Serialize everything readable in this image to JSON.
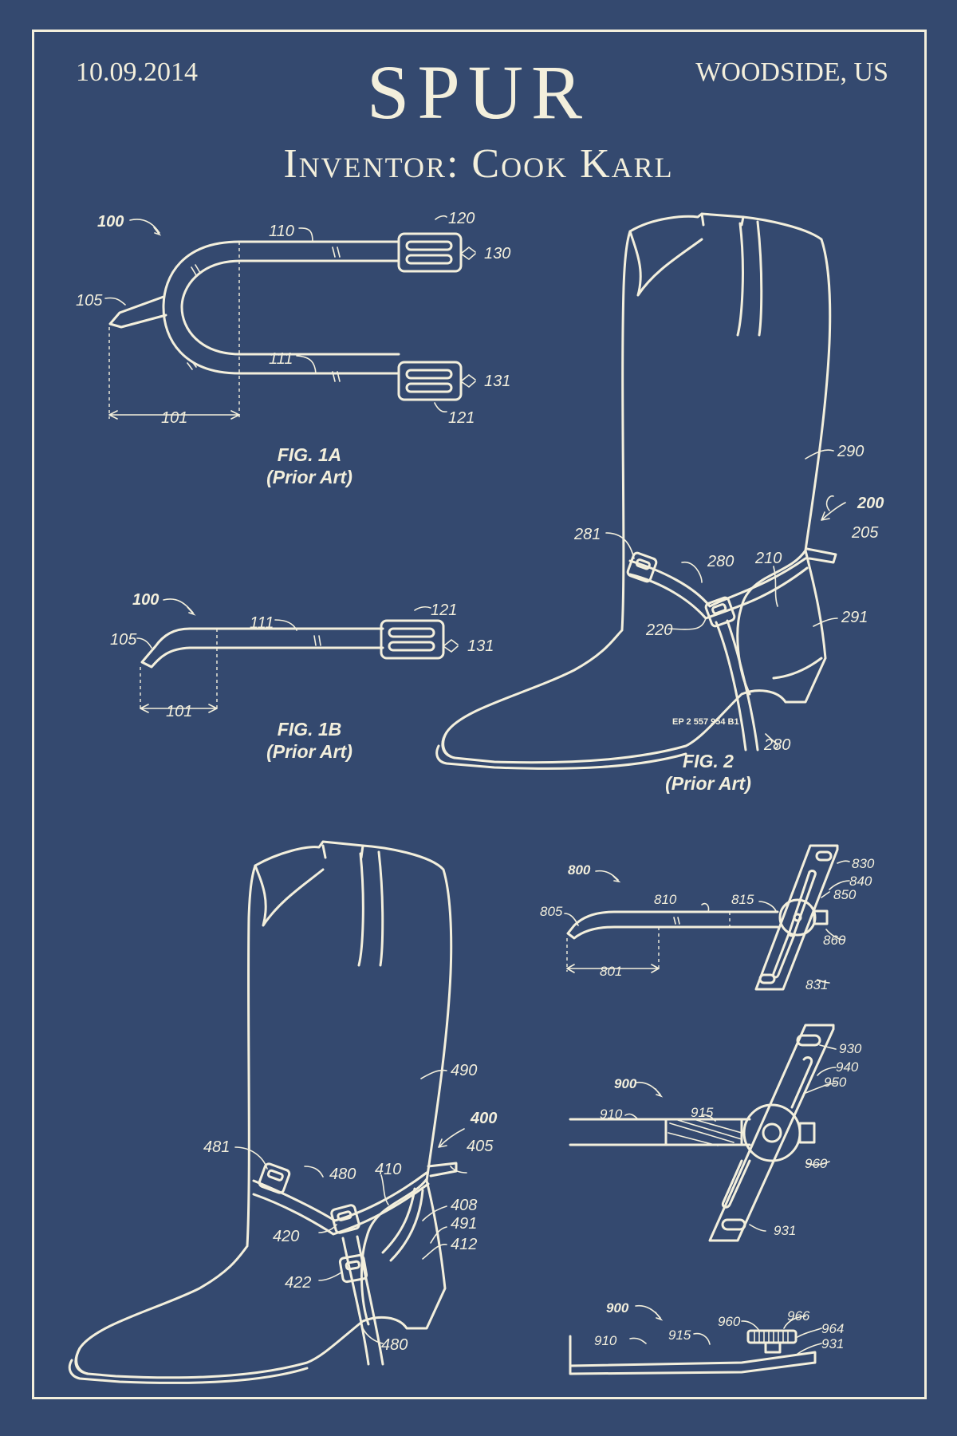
{
  "header": {
    "date": "10.09.2014",
    "title": "SPUR",
    "location": "WOODSIDE, US",
    "inventor": "Inventor: Cook Karl"
  },
  "figures": {
    "fig1a": {
      "caption": "FIG. 1A",
      "note": "(Prior Art)",
      "refs": [
        "100",
        "110",
        "120",
        "130",
        "105",
        "111",
        "131",
        "121",
        "101"
      ]
    },
    "fig1b": {
      "caption": "FIG. 1B",
      "note": "(Prior Art)",
      "refs": [
        "100",
        "111",
        "121",
        "105",
        "131",
        "101"
      ]
    },
    "fig2": {
      "caption": "FIG. 2",
      "note": "(Prior Art)",
      "refs": [
        "290",
        "200",
        "205",
        "281",
        "280",
        "210",
        "291",
        "220",
        "280"
      ],
      "stamp": "EP 2 557 954 B1"
    },
    "fig4": {
      "refs": [
        "490",
        "400",
        "405",
        "481",
        "480",
        "410",
        "408",
        "491",
        "420",
        "412",
        "422",
        "480"
      ]
    },
    "fig8": {
      "refs": [
        "800",
        "830",
        "840",
        "850",
        "810",
        "815",
        "805",
        "860",
        "801",
        "831"
      ]
    },
    "fig9": {
      "refs": [
        "900",
        "930",
        "940",
        "950",
        "910",
        "915",
        "960",
        "931"
      ]
    },
    "fig9side": {
      "refs": [
        "900",
        "960",
        "966",
        "964",
        "910",
        "915",
        "931"
      ]
    }
  },
  "colors": {
    "background": "#34496f",
    "ink": "#f3efdc"
  }
}
